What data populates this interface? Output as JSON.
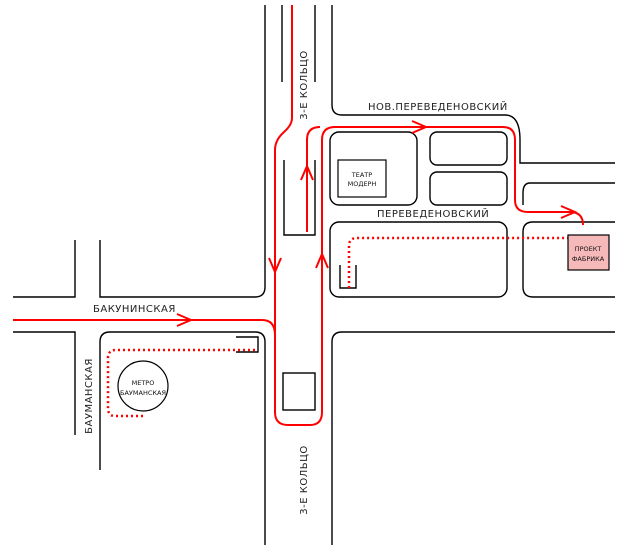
{
  "streets": {
    "ring_north": "3-Е КОЛЬЦО",
    "ring_south": "3-Е КОЛЬЦО",
    "nov_perevedenovsky": "НОВ.ПЕРЕВЕДЕНОВСКИЙ",
    "perevedenovsky": "ПЕРЕВЕДЕНОВСКИЙ",
    "bakuninskaya": "БАКУНИНСКАЯ",
    "baumanskaya": "БАУМАНСКАЯ"
  },
  "landmarks": {
    "theatre_line1": "ТЕАТР",
    "theatre_line2": "МОДЕРН",
    "metro_line1": "МЕТРО",
    "metro_line2": "БАУМАНСКАЯ",
    "destination_line1": "ПРОЕКТ",
    "destination_line2": "ФАБРИКА"
  },
  "colors": {
    "route": "#ff0000",
    "destination_fill": "#f6b9b9"
  }
}
